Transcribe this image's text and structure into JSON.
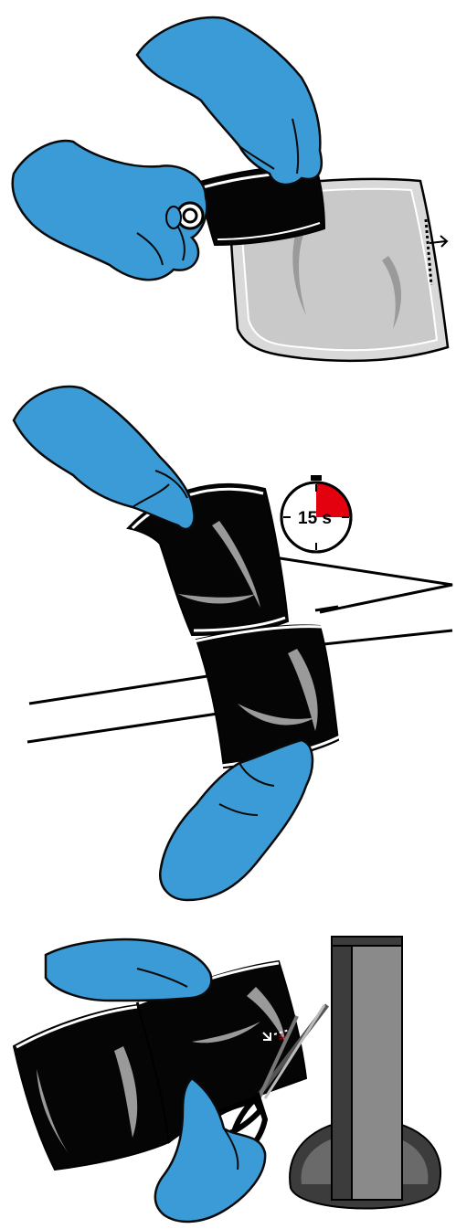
{
  "steps": [
    {
      "id": "step-1",
      "description": ""
    },
    {
      "id": "step-2",
      "timer": {
        "label": "15 s",
        "fraction": 0.25
      }
    },
    {
      "id": "step-3"
    }
  ],
  "colors": {
    "glove": "#3a9bd6",
    "glove_outline": "#0a0a0a",
    "pouch_dark": "#050505",
    "pouch_clear": "#d9d9d9",
    "timer_fill": "#e3000f",
    "column_dark": "#3c3c3c",
    "column_mid": "#6a6a6a",
    "column_light": "#8a8a8a"
  }
}
